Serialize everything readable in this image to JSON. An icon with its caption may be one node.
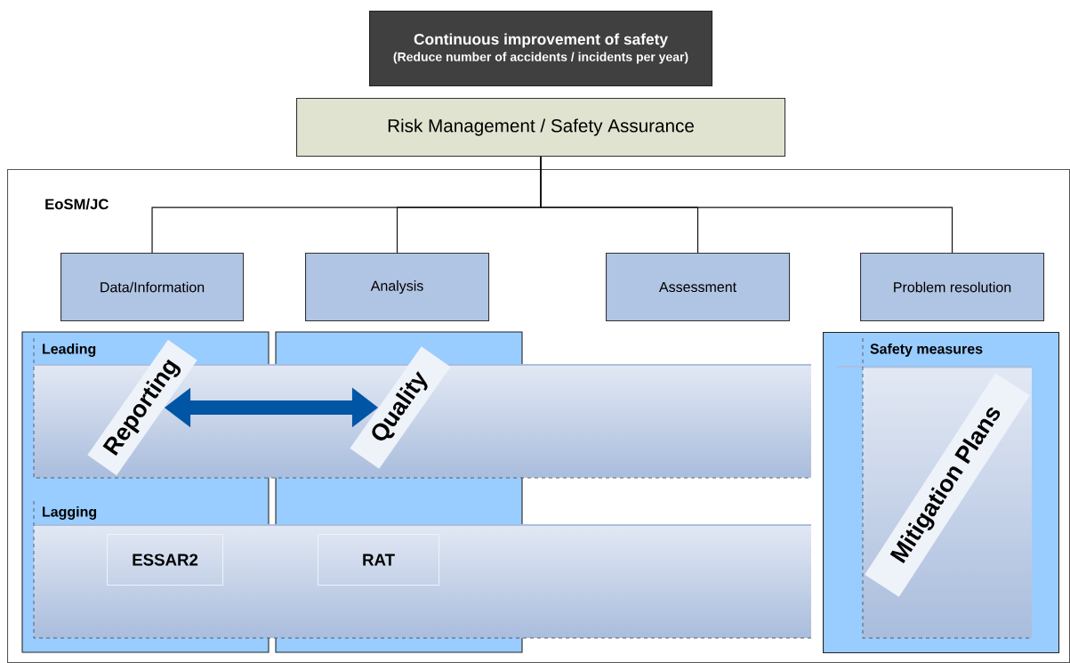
{
  "diagram": {
    "nodes": [
      {
        "text": [
          "Continuous improvement of safety",
          "(Reduce number of accidents / incidents per year)"
        ]
      },
      {
        "text": [
          "Risk Management / Safety Assurance"
        ]
      },
      {
        "text": [
          "EoSM/JC"
        ]
      },
      {
        "text": [
          "Data/Information"
        ],
        "in": 2
      },
      {
        "text": [
          "Analysis"
        ],
        "in": 2
      },
      {
        "text": [
          "Assessment"
        ],
        "in": 2
      },
      {
        "text": [
          "Problem resolution"
        ],
        "in": 2
      },
      {
        "text": [
          "Leading"
        ],
        "in": 2
      },
      {
        "text": [
          "Lagging"
        ],
        "in": 2
      },
      {
        "text": [
          "ESSAR2"
        ],
        "in": 8
      },
      {
        "text": [
          "RAT"
        ],
        "in": 8
      },
      {
        "text": [
          "Reporting"
        ],
        "in": 7
      },
      {
        "text": [
          "Quality"
        ],
        "in": 7
      },
      {
        "text": [
          "Safety measures"
        ],
        "in": 2
      },
      {
        "text": [
          "Mitigation Plans"
        ],
        "in": 13
      }
    ],
    "edges": [
      {
        "from": 1,
        "to": 3,
        "arrow": "none"
      },
      {
        "from": 1,
        "to": 4,
        "arrow": "none"
      },
      {
        "from": 1,
        "to": 5,
        "arrow": "none"
      },
      {
        "from": 1,
        "to": 6,
        "arrow": "none"
      },
      {
        "from": 11,
        "to": 12,
        "arrow": "both",
        "style": "thick",
        "color": "#0055a5"
      }
    ]
  }
}
